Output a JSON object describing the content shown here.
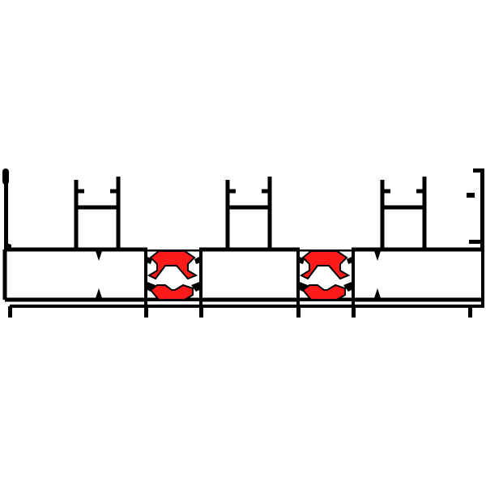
{
  "diagram": {
    "kind": "aluminium-window-profile-cross-section",
    "colors": {
      "background": "#ffffff",
      "profile": "#000000",
      "thermal_break": "#ff1a1a"
    },
    "profile_count": 3,
    "thermal_break_count": 2
  }
}
